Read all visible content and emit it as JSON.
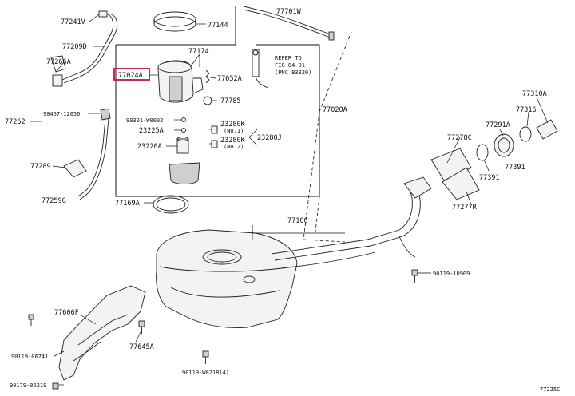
{
  "diagram": {
    "code": "77225C",
    "highlight_color": "#c0143c",
    "reference_note": [
      "REFER TO",
      "FIG 84-01",
      "(PNC 83320)"
    ],
    "labels": {
      "p77241V": "77241V",
      "p77209D": "77209D",
      "p77266A": "77266A",
      "p77262": "77262",
      "p90467": "90467-12056",
      "p77289": "77289",
      "p77259G": "77259G",
      "p77024A": "77024A",
      "p77174": "77174",
      "p77144": "77144",
      "p77701W": "77701W",
      "p77652A": "77652A",
      "p77785": "77785",
      "p90301": "90301-W0002",
      "p23225A": "23225A",
      "p23220A": "23220A",
      "p23280K1": "23280K",
      "no1": "(NO.1)",
      "p23280K2": "23280K",
      "no2": "(NO.2)",
      "p23280J": "23280J",
      "p77020A": "77020A",
      "p77169A": "77169A",
      "p77100": "77100",
      "p77278C": "77278C",
      "p77277R": "77277R",
      "p77291A": "77291A",
      "p77391": "77391",
      "p77316": "77316",
      "p77310A": "77310A",
      "p90119_10909": "90119-10909",
      "p77606F": "77606F",
      "p77645A": "77645A",
      "p90119_06741": "90119-06741",
      "p90119_W0218": "90119-W0218(4)",
      "p90179": "90179-06219"
    }
  }
}
